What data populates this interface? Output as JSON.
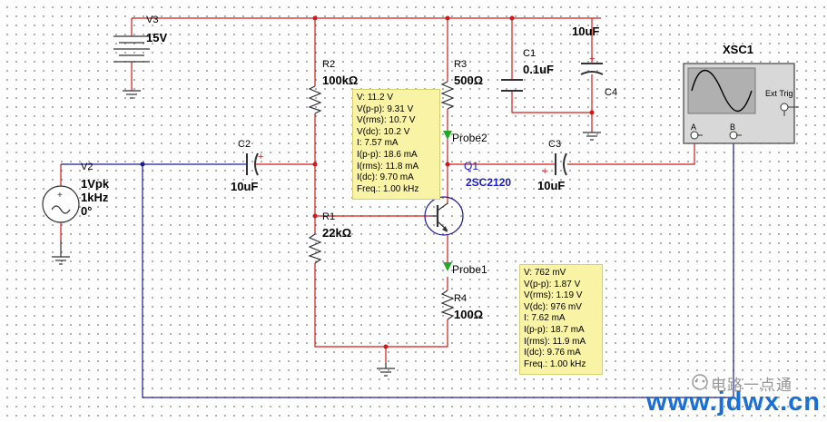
{
  "sources": {
    "v3": {
      "ref": "V3",
      "value": "15V"
    },
    "v2": {
      "ref": "V2",
      "amplitude": "1Vpk",
      "frequency": "1kHz",
      "phase": "0°"
    }
  },
  "resistors": {
    "r1": {
      "ref": "R1",
      "value": "22kΩ"
    },
    "r2": {
      "ref": "R2",
      "value": "100kΩ"
    },
    "r3": {
      "ref": "R3",
      "value": "500Ω"
    },
    "r4": {
      "ref": "R4",
      "value": "100Ω"
    }
  },
  "capacitors": {
    "c1": {
      "ref": "C1",
      "value": "0.1uF"
    },
    "c2": {
      "ref": "C2",
      "value": "10uF"
    },
    "c3": {
      "ref": "C3",
      "value": "10uF"
    },
    "c4": {
      "ref": "C4",
      "value": "10uF"
    }
  },
  "transistor": {
    "ref": "Q1",
    "part": "2SC2120"
  },
  "scope": {
    "ref": "XSC1",
    "ext_trig": "Ext Trig",
    "channel_a": "A",
    "channel_b": "B"
  },
  "probes": {
    "probe2": {
      "name": "Probe2",
      "readings": [
        "V: 11.2 V",
        "V(p-p): 9.31 V",
        "V(rms): 10.7 V",
        "V(dc): 10.2 V",
        "I: 7.57 mA",
        "I(p-p): 18.6 mA",
        "I(rms): 11.8 mA",
        "I(dc): 9.70 mA",
        "Freq.: 1.00 kHz"
      ]
    },
    "probe1": {
      "name": "Probe1",
      "readings": [
        "V: 762 mV",
        "V(p-p): 1.87 V",
        "V(rms): 1.19 V",
        "V(dc): 976 mV",
        "I: 7.62 mA",
        "I(p-p): 18.7 mA",
        "I(rms): 11.9 mA",
        "I(dc): 9.76 mA",
        "Freq.: 1.00 kHz"
      ]
    }
  },
  "watermark": {
    "chinese": "电路一点通",
    "url": "www.jdwx.cn"
  },
  "colors": {
    "wire_red": "#d21919",
    "wire_blue": "#1a1aa0",
    "probe_green": "#22aa22",
    "probe_bg": "#f9f3a6",
    "scope_body": "#d8d8d8"
  }
}
